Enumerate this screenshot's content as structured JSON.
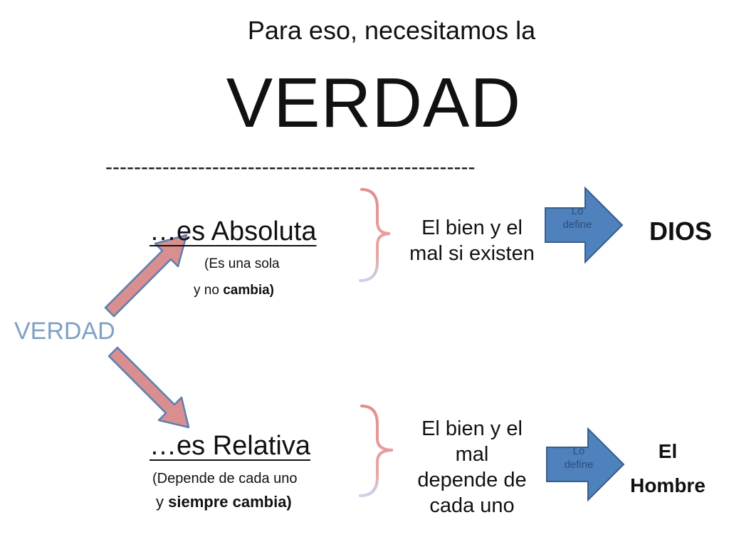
{
  "heading": {
    "subtitle": "Para eso, necesitamos la",
    "title": "VERDAD",
    "divider": "----------------------------------------------------"
  },
  "root_label": "VERDAD",
  "branches": [
    {
      "title": "…es Absoluta",
      "note_line1": "(Es una sola",
      "note_line2_plain": "y no ",
      "note_line2_bold": "cambia)",
      "consequence_lines": [
        "El bien y el",
        "mal si existen"
      ],
      "arrow_label_lines": [
        "Lo",
        "define"
      ],
      "result_lines": [
        "DIOS"
      ]
    },
    {
      "title": "…es Relativa",
      "note_line1": "(Depende de cada uno",
      "note_line2_plain": "y ",
      "note_line2_bold": "siempre cambia)",
      "consequence_lines": [
        "El bien y el",
        "mal",
        "depende de",
        "cada uno"
      ],
      "arrow_label_lines": [
        "Lo",
        "define"
      ],
      "result_lines": [
        "El",
        "Hombre"
      ]
    }
  ],
  "colors": {
    "root_text": "#7fa1c3",
    "diagonal_arrow_fill": "#d98f8f",
    "diagonal_arrow_stroke": "#5b7fb0",
    "block_arrow_fill": "#4f81bd",
    "block_arrow_stroke": "#385d8a",
    "bracket": "#e48d8d"
  }
}
